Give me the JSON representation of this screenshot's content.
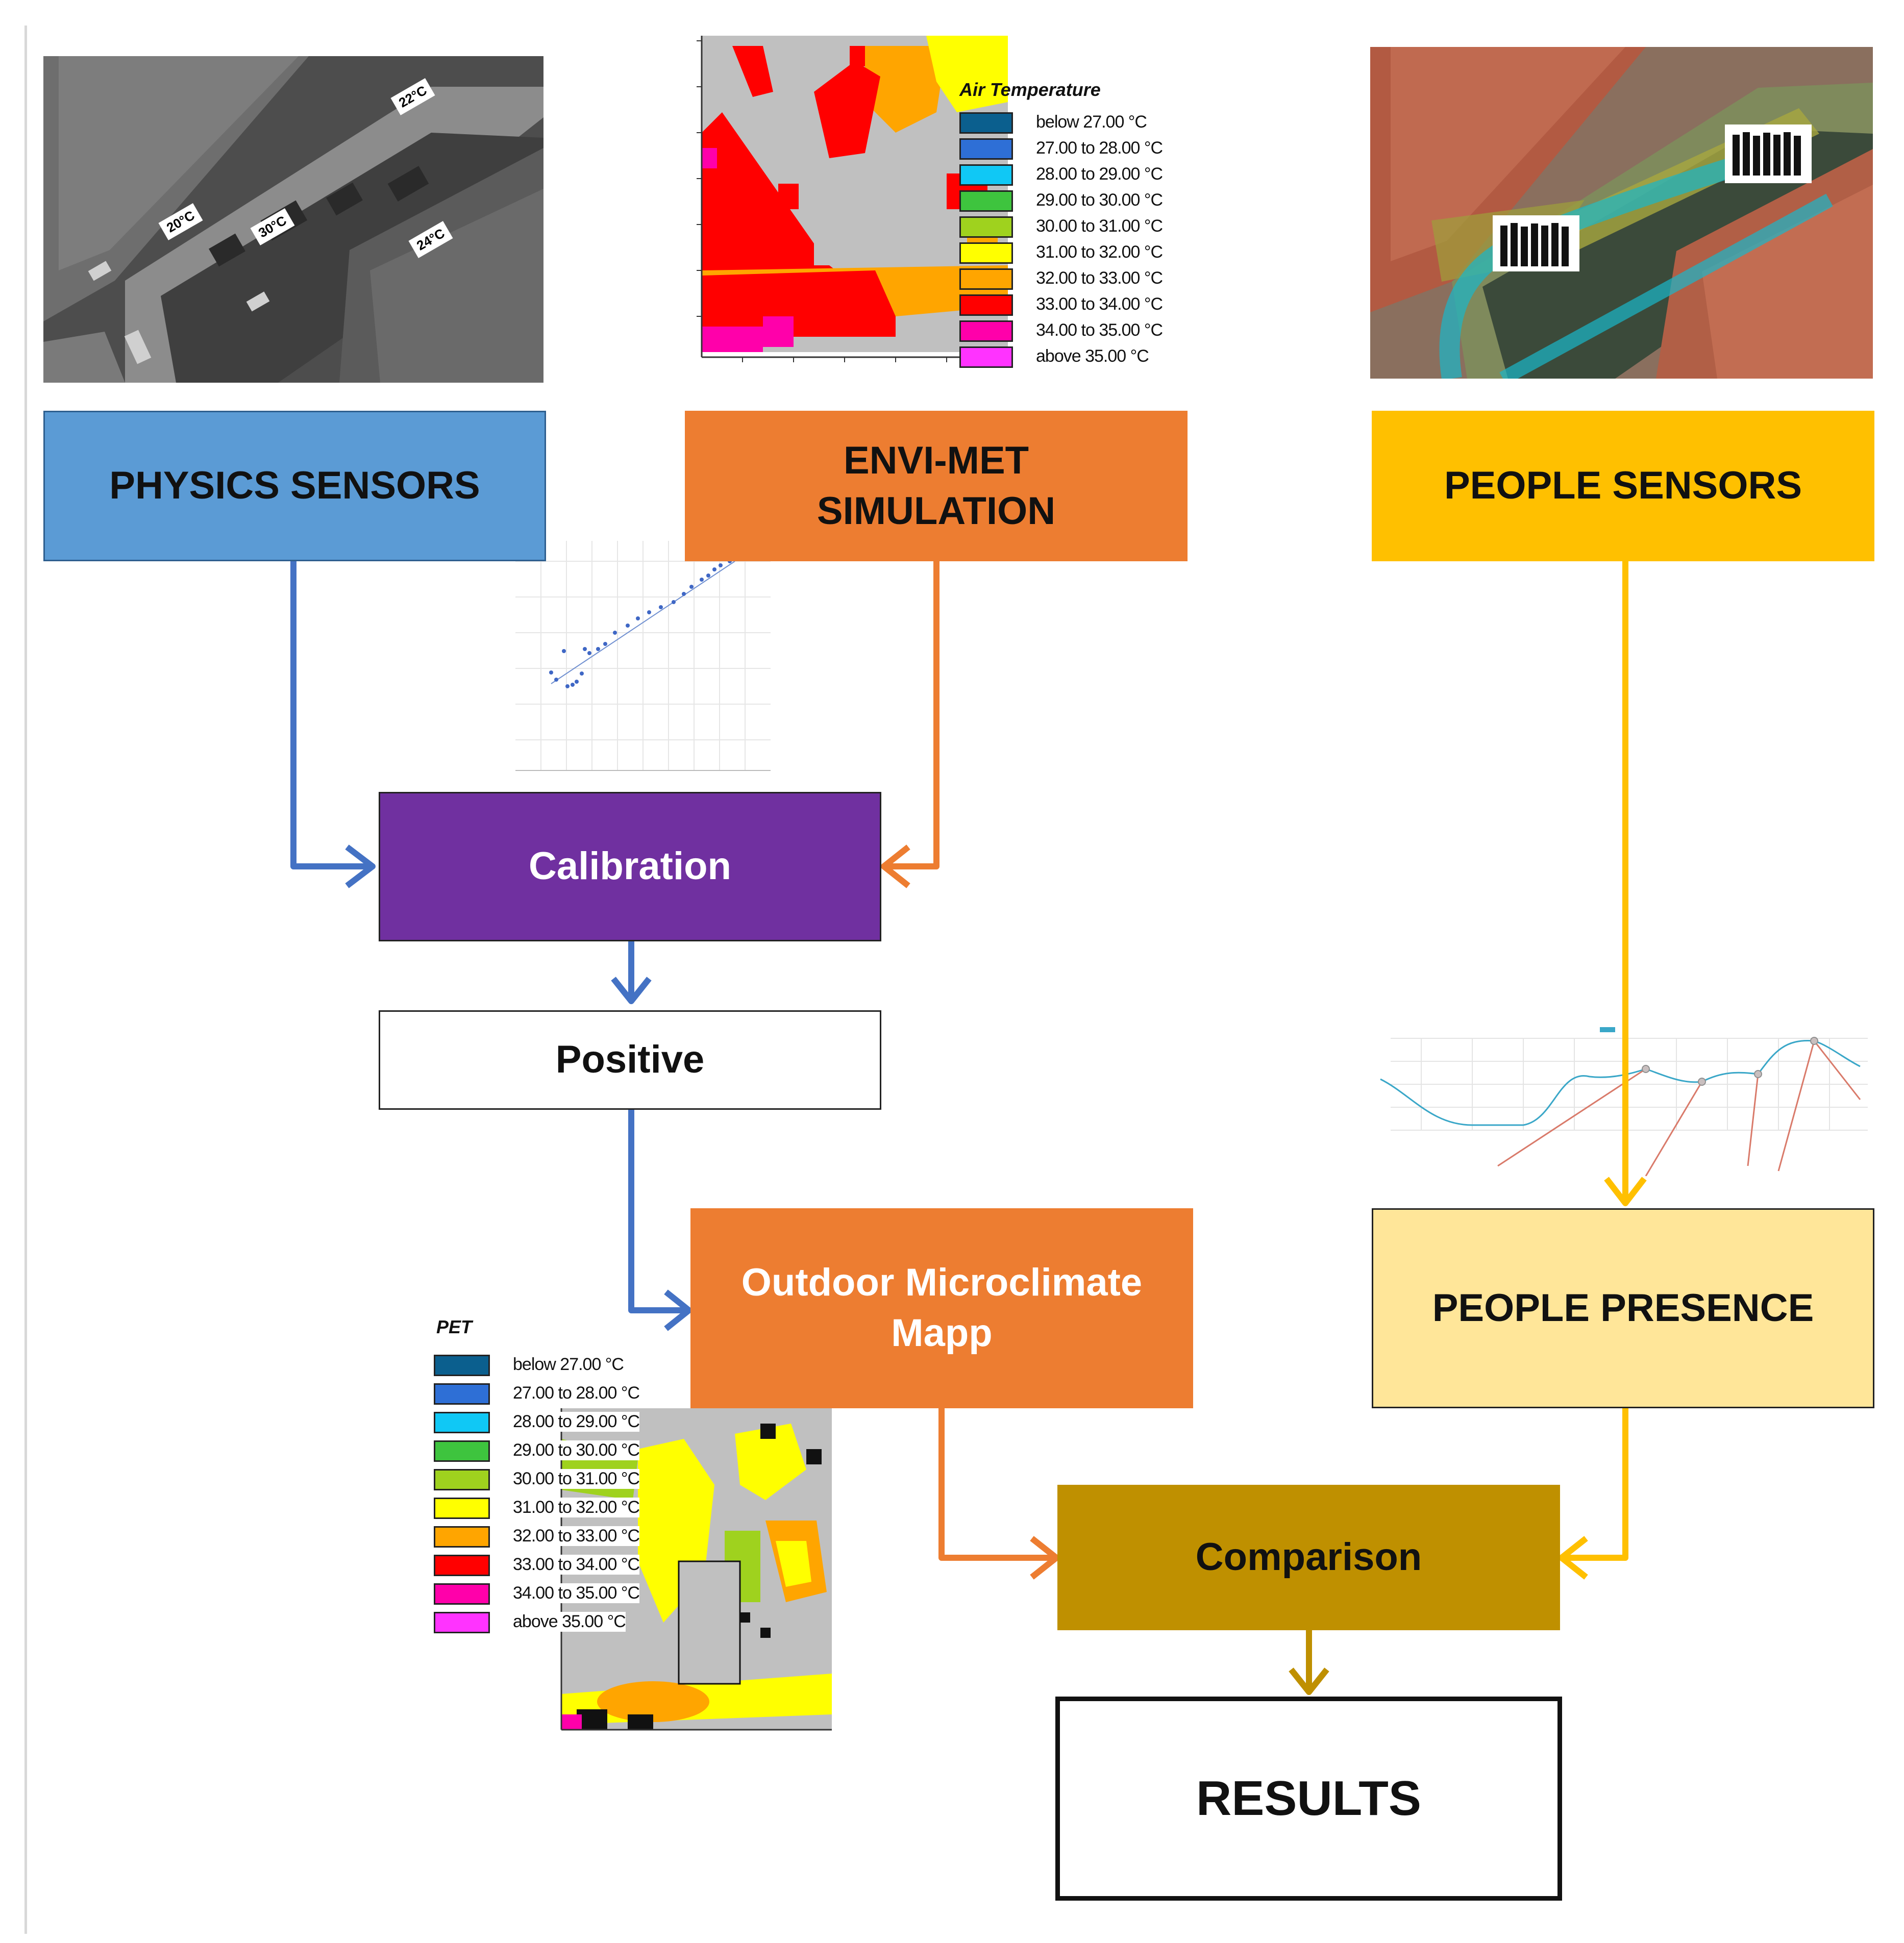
{
  "boxes": {
    "physics_sensors": "PHYSICS SENSORS",
    "envimet_line1": "ENVI-MET",
    "envimet_line2": "SIMULATION",
    "people_sensors": "PEOPLE SENSORS",
    "calibration": "Calibration",
    "positive": "Positive",
    "outdoor_line1": "Outdoor Microclimate",
    "outdoor_line2": "Mapp",
    "people_presence": "PEOPLE PRESENCE",
    "comparison": "Comparison",
    "results": "RESULTS"
  },
  "sensor_photo": {
    "labels": [
      "22°C",
      "20°C",
      "30°C",
      "24°C"
    ]
  },
  "air_temperature_legend": {
    "title": "Air Temperature",
    "items": [
      {
        "label": "below 27.00 °C",
        "color": "#0b5f8e"
      },
      {
        "label": "27.00 to 28.00 °C",
        "color": "#2e6fd6"
      },
      {
        "label": "28.00 to 29.00 °C",
        "color": "#10c8f5"
      },
      {
        "label": "29.00 to 30.00 °C",
        "color": "#3ec43e"
      },
      {
        "label": "30.00 to 31.00 °C",
        "color": "#9fd21e"
      },
      {
        "label": "31.00 to 32.00 °C",
        "color": "#ffff00"
      },
      {
        "label": "32.00 to 33.00 °C",
        "color": "#ffa500"
      },
      {
        "label": "33.00 to 34.00 °C",
        "color": "#ff0000"
      },
      {
        "label": "34.00 to 35.00 °C",
        "color": "#ff00aa"
      },
      {
        "label": "above 35.00 °C",
        "color": "#ff33ff"
      }
    ]
  },
  "pet_legend": {
    "title": "PET",
    "items": [
      {
        "label": "below 27.00 °C",
        "color": "#0b5f8e"
      },
      {
        "label": "27.00 to 28.00 °C",
        "color": "#2e6fd6"
      },
      {
        "label": "28.00 to 29.00 °C",
        "color": "#10c8f5"
      },
      {
        "label": "29.00 to 30.00 °C",
        "color": "#3ec43e"
      },
      {
        "label": "30.00 to 31.00 °C",
        "color": "#9fd21e"
      },
      {
        "label": "31.00 to 32.00 °C",
        "color": "#ffff00"
      },
      {
        "label": "32.00 to 33.00 °C",
        "color": "#ffa500"
      },
      {
        "label": "33.00 to 34.00 °C",
        "color": "#ff0000"
      },
      {
        "label": "34.00 to 35.00 °C",
        "color": "#ff00aa"
      },
      {
        "label": "above 35.00 °C",
        "color": "#ff33ff"
      }
    ]
  },
  "colors": {
    "physics": "#5b9bd5",
    "envimet": "#ed7d31",
    "people": "#ffc000",
    "calibration": "#7030a0",
    "people_presence": "#ffe699",
    "comparison": "#bf9000",
    "arrow_blue": "#4472c4",
    "arrow_orange": "#ed7d31",
    "arrow_yellow": "#ffc000",
    "arrow_gold": "#bf9000"
  }
}
